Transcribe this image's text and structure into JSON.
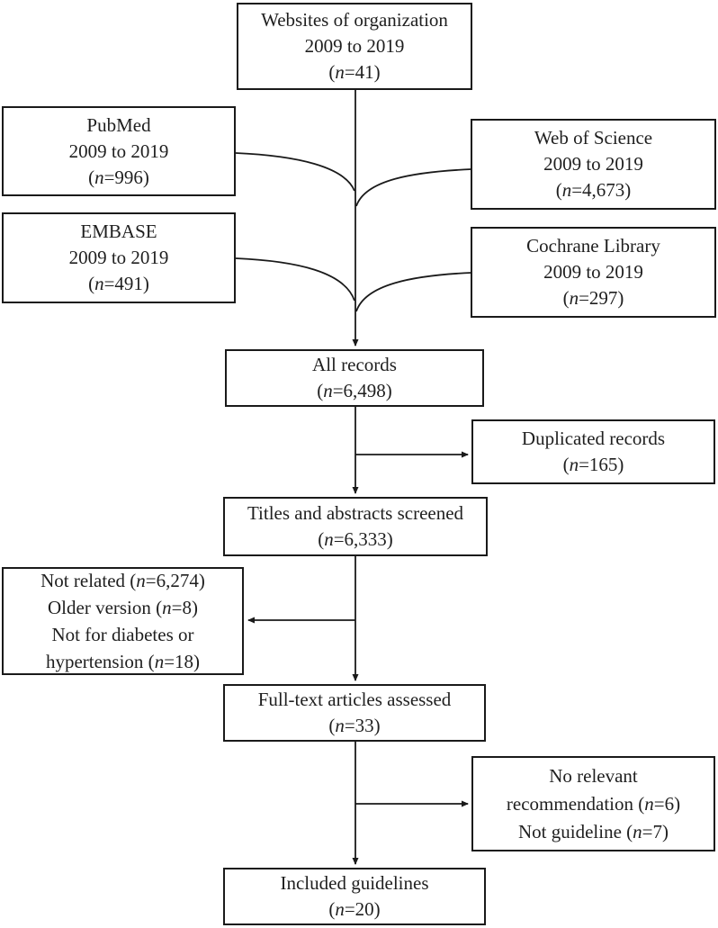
{
  "diagram_type": "flowchart",
  "colors": {
    "background": "#ffffff",
    "border": "#1a1a1a",
    "line": "#1a1a1a",
    "text": "#1f1f1f"
  },
  "boxes": {
    "websites": {
      "lines": [
        "Websites of organization",
        "2009 to 2019",
        "(n=41)"
      ]
    },
    "pubmed": {
      "lines": [
        "PubMed",
        "2009 to 2019",
        "(n=996)"
      ]
    },
    "web_of_science": {
      "lines": [
        "Web of Science",
        "2009 to 2019",
        "(n=4,673)"
      ]
    },
    "embase": {
      "lines": [
        "EMBASE",
        "2009 to 2019",
        "(n=491)"
      ]
    },
    "cochrane": {
      "lines": [
        "Cochrane Library",
        "2009 to 2019",
        "(n=297)"
      ]
    },
    "all_records": {
      "lines": [
        "All records",
        "(n=6,498)"
      ]
    },
    "duplicated_records": {
      "lines": [
        "Duplicated records",
        "(n=165)"
      ]
    },
    "titles_screened": {
      "lines": [
        "Titles and abstracts screened",
        "(n=6,333)"
      ]
    },
    "excluded_screening": {
      "lines": [
        "Not related (n=6,274)",
        "Older version (n=8)",
        "Not for diabetes or",
        "hypertension (n=18)"
      ]
    },
    "full_text_assessed": {
      "lines": [
        "Full-text articles assessed",
        "(n=33)"
      ]
    },
    "excluded_full_text": {
      "lines": [
        "No relevant",
        "recommendation (n=6)",
        "Not guideline (n=7)"
      ]
    },
    "included_guidelines": {
      "lines": [
        "Included guidelines",
        "(n=20)"
      ]
    }
  }
}
